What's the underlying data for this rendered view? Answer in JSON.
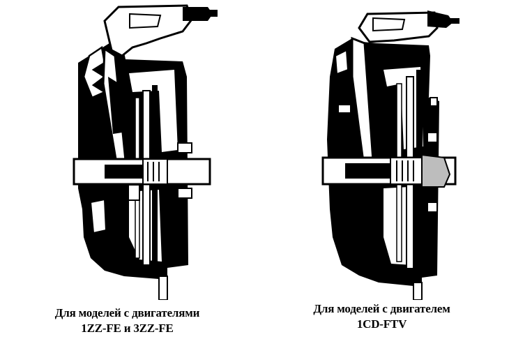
{
  "figures": [
    {
      "caption_line1": "Для моделей с двигателями",
      "caption_line2": "1ZZ-FE и 3ZZ-FE"
    },
    {
      "caption_line1": "Для моделей с двигателем",
      "caption_line2": "1CD-FTV"
    }
  ],
  "colors": {
    "ink": "#000000",
    "paper": "#ffffff",
    "shade": "#bdbdbd"
  }
}
